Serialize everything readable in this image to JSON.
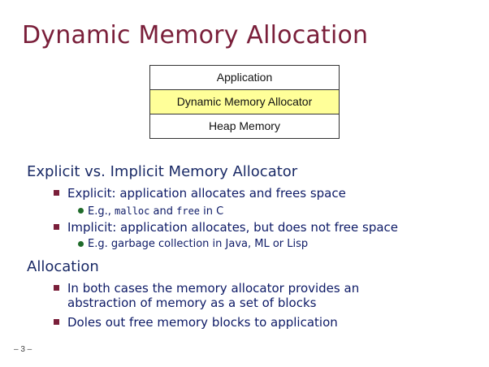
{
  "title": "Dynamic Memory Allocation",
  "diagram": {
    "layers": [
      {
        "label": "Application",
        "highlight": false
      },
      {
        "label": "Dynamic Memory Allocator",
        "highlight": true
      },
      {
        "label": "Heap Memory",
        "highlight": false
      }
    ],
    "highlight_color": "#ffff99"
  },
  "sections": [
    {
      "heading": "Explicit vs. Implicit Memory Allocator",
      "bullets": [
        {
          "lead": "Explicit:",
          "text": "application allocates and frees space",
          "sub": {
            "prefix": "E.g.,",
            "code1": "malloc",
            "mid": "and",
            "code2": "free",
            "suffix": "in C"
          }
        },
        {
          "lead": "Implicit:",
          "text": "application allocates, but does not free space",
          "sub": {
            "text": "E.g. garbage collection in Java, ML or Lisp"
          }
        }
      ]
    },
    {
      "heading": "Allocation",
      "bullets": [
        {
          "line1": "In both cases the memory allocator provides an",
          "line2": "abstraction of memory as a set of blocks"
        },
        {
          "text": "Doles out free memory blocks to application"
        }
      ]
    }
  ],
  "page_number": "– 3 –",
  "colors": {
    "title": "#7a1f3a",
    "heading": "#1a2a66",
    "bullet_square": "#7a1f3a",
    "bullet_dot": "#1f6b2a"
  }
}
